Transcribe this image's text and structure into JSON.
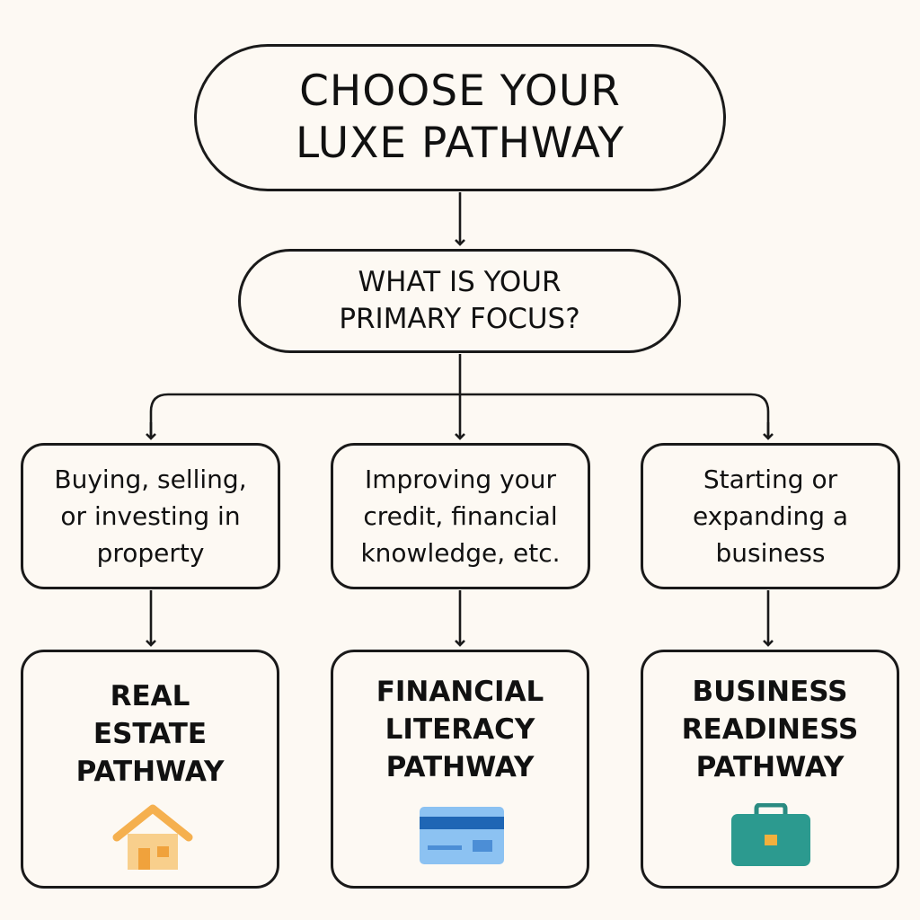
{
  "title": "CHOOSE YOUR LUXE PATHWAY",
  "question": "WHAT IS YOUR PRIMARY FOCUS?",
  "options": [
    {
      "text": "Buying, selling, or investing in property"
    },
    {
      "text": "Improving your credit, financial knowledge, etc."
    },
    {
      "text": "Starting or expanding a business"
    }
  ],
  "pathways": [
    {
      "title": "REAL ESTATE PATHWAY",
      "icon": "house-icon"
    },
    {
      "title": "FINANCIAL LITERACY PATHWAY",
      "icon": "credit-card-icon"
    },
    {
      "title": "BUSINESS READINESS PATHWAY",
      "icon": "briefcase-icon"
    }
  ],
  "colors": {
    "background": "#fdf9f3",
    "border": "#1a1a1a",
    "house": "#f5b04f",
    "card": "#8cc2f2",
    "card_stripe": "#1f66b5",
    "briefcase": "#2c9a8f"
  }
}
